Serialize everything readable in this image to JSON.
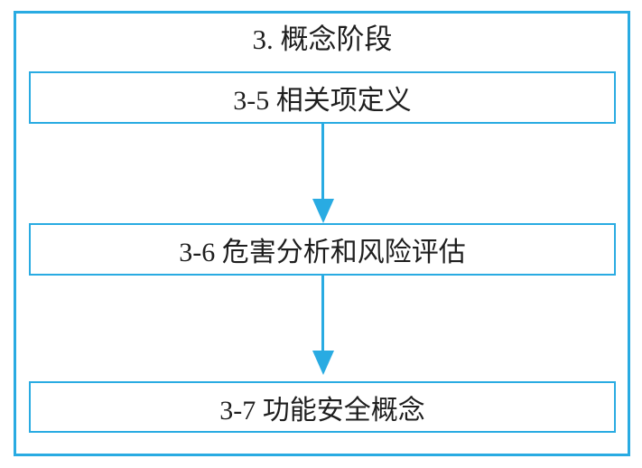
{
  "diagram": {
    "title": "3. 概念阶段",
    "boxes": [
      {
        "id": "3-5",
        "label": "3-5 相关项定义"
      },
      {
        "id": "3-6",
        "label": "3-6 危害分析和风险评估"
      },
      {
        "id": "3-7",
        "label": "3-7 功能安全概念"
      }
    ],
    "connections": [
      {
        "from": "3-5",
        "to": "3-6",
        "type": "arrow-down"
      },
      {
        "from": "3-6",
        "to": "3-7",
        "type": "arrow-down"
      }
    ],
    "colors": {
      "line": "#29abe2",
      "text": "#1e1e1e",
      "background": "#ffffff"
    }
  }
}
